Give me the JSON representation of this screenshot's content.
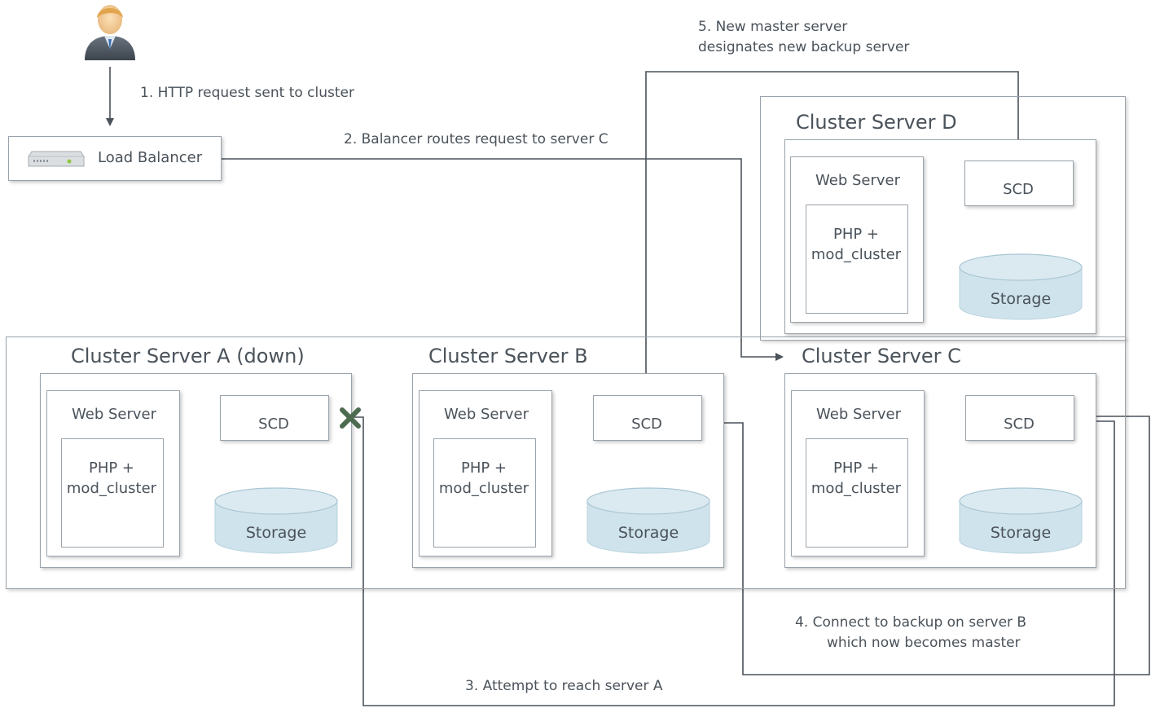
{
  "annotations": {
    "step1": "1. HTTP request sent to cluster",
    "step2": "2. Balancer routes request to server C",
    "step3": "3. Attempt to reach server A",
    "step4_line1": "4. Connect to backup on server B",
    "step4_line2": "which now becomes master",
    "step5_line1": "5. New master server",
    "step5_line2": "designates new backup  server"
  },
  "load_balancer": {
    "label": "Load Balancer"
  },
  "servers": {
    "a": {
      "title": "Cluster Server A (down)",
      "web": "Web Server",
      "php1": "PHP +",
      "php2": "mod_cluster",
      "scd": "SCD",
      "storage": "Storage"
    },
    "b": {
      "title": "Cluster Server B",
      "web": "Web Server",
      "php1": "PHP +",
      "php2": "mod_cluster",
      "scd": "SCD",
      "storage": "Storage"
    },
    "c": {
      "title": "Cluster Server C",
      "web": "Web Server",
      "php1": "PHP +",
      "php2": "mod_cluster",
      "scd": "SCD",
      "storage": "Storage"
    },
    "d": {
      "title": "Cluster Server D",
      "web": "Web Server",
      "php1": "PHP +",
      "php2": "mod_cluster",
      "scd": "SCD",
      "storage": "Storage"
    }
  },
  "icons": {
    "user": "user-icon",
    "balancer": "load-balancer-icon",
    "failure": "failure-x-icon"
  },
  "colors": {
    "line": "#4a525a",
    "storage_fill": "#cfe3ec",
    "failure_mark": "#4d6b4f"
  }
}
